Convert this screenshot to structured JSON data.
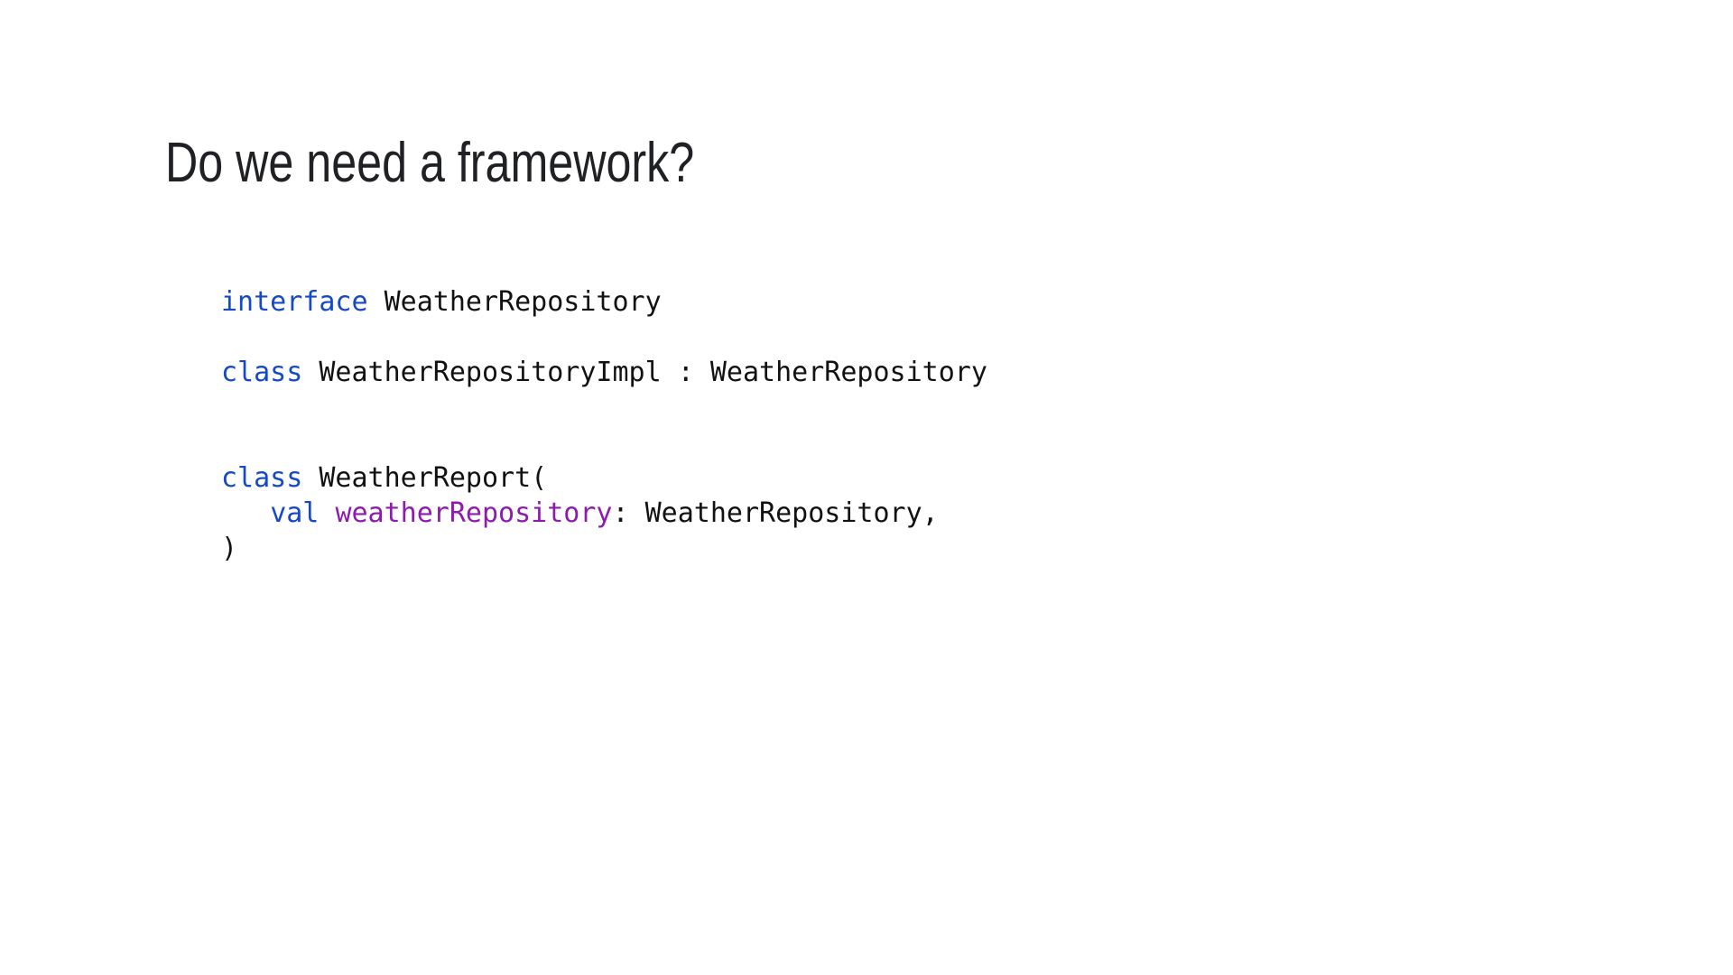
{
  "slide": {
    "title": "Do we need a framework?"
  },
  "colors": {
    "background": "#ffffff",
    "title_text": "#202124",
    "code_text": "#121212",
    "keyword": "#1549c8",
    "property": "#8e1bae"
  },
  "code": {
    "language": "kotlin",
    "lines": [
      [
        {
          "t": "interface",
          "c": "keyword"
        },
        {
          "t": " WeatherRepository",
          "c": "plain"
        }
      ],
      [],
      [
        {
          "t": "class",
          "c": "keyword"
        },
        {
          "t": " WeatherRepositoryImpl : WeatherRepository",
          "c": "plain"
        }
      ],
      [],
      [],
      [
        {
          "t": "class",
          "c": "keyword"
        },
        {
          "t": " WeatherReport(",
          "c": "plain"
        }
      ],
      [
        {
          "t": "   ",
          "c": "plain"
        },
        {
          "t": "val",
          "c": "keyword"
        },
        {
          "t": " ",
          "c": "plain"
        },
        {
          "t": "weatherRepository",
          "c": "property"
        },
        {
          "t": ": WeatherRepository,",
          "c": "plain"
        }
      ],
      [
        {
          "t": ")",
          "c": "plain"
        }
      ]
    ]
  }
}
